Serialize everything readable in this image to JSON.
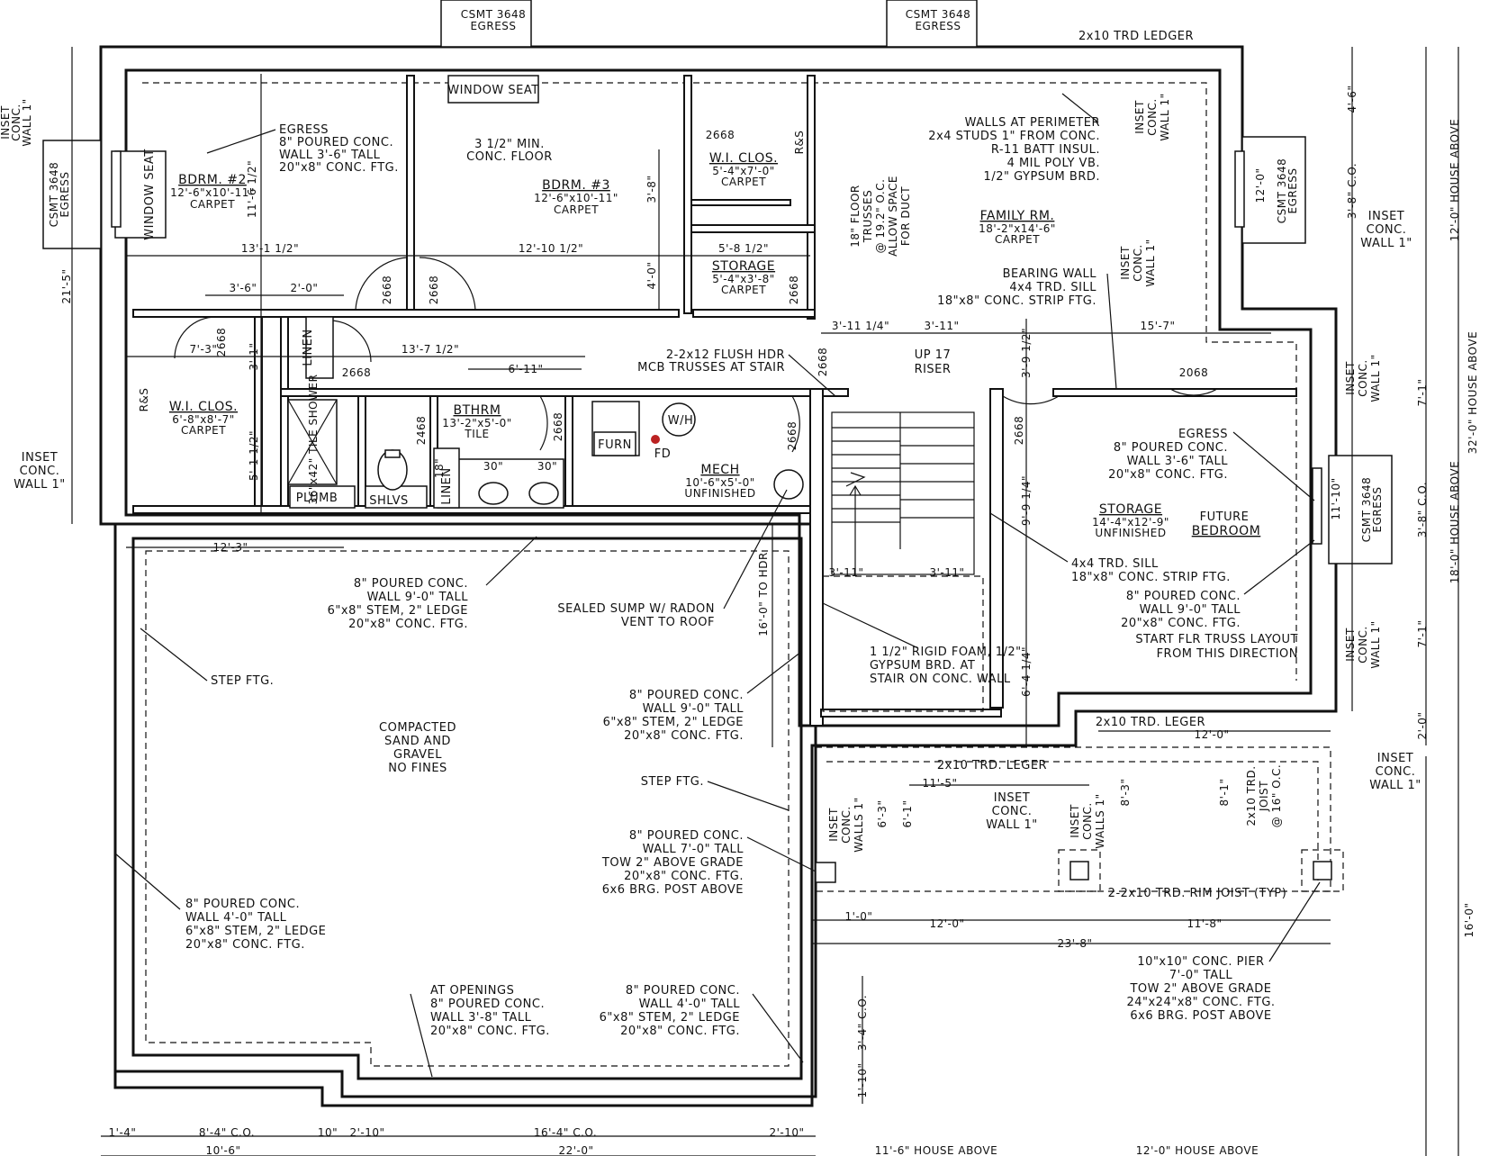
{
  "rooms": {
    "bdrm2": {
      "name": "BDRM. #2",
      "size": "12'-6\"x10'-11\"",
      "floor": "CARPET"
    },
    "bdrm3": {
      "name": "BDRM. #3",
      "size": "12'-6\"x10'-11\"",
      "floor": "CARPET"
    },
    "wiclos_top": {
      "name": "W.I. CLOS.",
      "size": "5'-4\"x7'-0\"",
      "floor": "CARPET"
    },
    "storage_top": {
      "name": "STORAGE",
      "size": "5'-4\"x3'-8\"",
      "floor": "CARPET"
    },
    "family": {
      "name": "FAMILY RM.",
      "size": "18'-2\"x14'-6\"",
      "floor": "CARPET"
    },
    "wiclos_left": {
      "name": "W.I. CLOS.",
      "size": "6'-8\"x8'-7\"",
      "floor": "CARPET"
    },
    "bthrm": {
      "name": "BTHRM",
      "size": "13'-2\"x5'-0\"",
      "floor": "TILE"
    },
    "mech": {
      "name": "MECH",
      "size": "10'-6\"x5'-0\"",
      "floor": "UNFINISHED"
    },
    "storage_right": {
      "name": "STORAGE",
      "size": "14'-4\"x12'-9\"",
      "floor": "UNFINISHED"
    },
    "future": {
      "name": "FUTURE",
      "name2": "BEDROOM"
    }
  },
  "fixtures": {
    "window_seat_top": "WINDOW SEAT",
    "window_seat_left": "WINDOW SEAT",
    "linen": "LINEN",
    "linen2": "LINEN",
    "plumb": "PLUMB",
    "shlvs": "SHLVS",
    "furn": "FURN",
    "fd": "FD",
    "wh": "W/H",
    "shower": "36\"x42\" TILE SHOWER",
    "sink_a": "30\"",
    "sink_b": "30\"",
    "sink_18": "18\"",
    "r_s_a": "R&S",
    "r_s_b": "R&S",
    "stair_up": "UP 17",
    "stair_riser": "RISER"
  },
  "doors": [
    "2668",
    "2668",
    "2668",
    "2668",
    "2668",
    "2668",
    "2668",
    "2668",
    "2668",
    "2468",
    "2068"
  ],
  "windows": {
    "top1": "CSMT 3648",
    "top1b": "EGRESS",
    "top2": "CSMT 3648",
    "top2b": "EGRESS",
    "left": "CSMT 3648",
    "leftb": "EGRESS",
    "right1": "CSMT 3648",
    "right1b": "EGRESS",
    "right2": "CSMT 3648",
    "right2b": "EGRESS"
  },
  "notes": {
    "egress_l1": "EGRESS",
    "egress_l2": "8\" POURED CONC.",
    "egress_l3": "WALL 3'-6\" TALL",
    "egress_l4": "20\"x8\" CONC. FTG.",
    "floor_l1": "3 1/2\" MIN.",
    "floor_l2": "CONC. FLOOR",
    "perim_l1": "WALLS AT PERIMETER",
    "perim_l2": "2x4 STUDS 1\" FROM CONC.",
    "perim_l3": "R-11 BATT INSUL.",
    "perim_l4": "4 MIL POLY VB.",
    "perim_l5": "1/2\" GYPSUM BRD.",
    "truss_l1": "18\" FLOOR",
    "truss_l2": "TRUSSES",
    "truss_l3": "@ 19.2\" O.C.",
    "truss_l4": "ALLOW SPACE",
    "truss_l5": "FOR DUCT",
    "bearing_l1": "BEARING WALL",
    "bearing_l2": "4x4 TRD. SILL",
    "bearing_l3": "18\"x8\" CONC. STRIP FTG.",
    "flush_l1": "2-2x12 FLUSH HDR",
    "flush_l2": "MCB TRUSSES AT STAIR",
    "egress_r1": "EGRESS",
    "egress_r2": "8\" POURED CONC.",
    "egress_r3": "WALL 3'-6\" TALL",
    "egress_r4": "20\"x8\" CONC. FTG.",
    "sill_l1": "4x4 TRD. SILL",
    "sill_l2": "18\"x8\" CONC. STRIP FTG.",
    "w9r_l1": "8\" POURED CONC.",
    "w9r_l2": "WALL 9'-0\" TALL",
    "w9r_l3": "20\"x8\" CONC. FTG.",
    "start_l1": "START FLR TRUSS LAYOUT",
    "start_l2": "FROM THIS DIRECTION",
    "w9a_l1": "8\" POURED CONC.",
    "w9a_l2": "WALL 9'-0\" TALL",
    "w9a_l3": "6\"x8\" STEM, 2\" LEDGE",
    "w9a_l4": "20\"x8\" CONC. FTG.",
    "sump_l1": "SEALED SUMP W/ RADON",
    "sump_l2": "VENT TO ROOF",
    "step1": "STEP FTG.",
    "rigid_l1": "1 1/2\" RIGID FOAM, 1/2\"",
    "rigid_l2": "GYPSUM BRD. AT",
    "rigid_l3": "STAIR ON CONC. WALL",
    "compact_l1": "COMPACTED",
    "compact_l2": "SAND AND",
    "compact_l3": "GRAVEL",
    "compact_l4": "NO FINES",
    "w9b_l1": "8\" POURED CONC.",
    "w9b_l2": "WALL 9'-0\" TALL",
    "w9b_l3": "6\"x8\" STEM, 2\" LEDGE",
    "w9b_l4": "20\"x8\" CONC. FTG.",
    "step2": "STEP FTG.",
    "w7_l1": "8\" POURED CONC.",
    "w7_l2": "WALL 7'-0\" TALL",
    "w7_l3": "TOW 2\" ABOVE GRADE",
    "w7_l4": "20\"x8\" CONC. FTG.",
    "w7_l5": "6x6 BRG. POST ABOVE",
    "w4a_l1": "8\" POURED CONC.",
    "w4a_l2": "WALL 4'-0\" TALL",
    "w4a_l3": "6\"x8\" STEM, 2\" LEDGE",
    "w4a_l4": "20\"x8\" CONC. FTG.",
    "open_l1": "AT OPENINGS",
    "open_l2": "8\" POURED CONC.",
    "open_l3": "WALL 3'-8\" TALL",
    "open_l4": "20\"x8\" CONC. FTG.",
    "w4b_l1": "8\" POURED CONC.",
    "w4b_l2": "WALL 4'-0\" TALL",
    "w4b_l3": "6\"x8\" STEM, 2\" LEDGE",
    "w4b_l4": "20\"x8\" CONC. FTG.",
    "pier_l1": "10\"x10\"  CONC. PIER",
    "pier_l2": "7'-0\" TALL",
    "pier_l3": "TOW 2\" ABOVE GRADE",
    "pier_l4": "24\"x24\"x8\" CONC. FTG.",
    "pier_l5": "6x6 BRG. POST ABOVE",
    "ledger_top": "2x10 TRD LEDGER",
    "leger1": "2x10 TRD. LEGER",
    "leger2": "2x10 TRD. LEGER",
    "rim": "2-2x10 TRD. RIM JOIST (TYP)",
    "joist_l1": "2x10 TRD.",
    "joist_l2": "JOIST",
    "joist_l3": "@ 16\" O.C.",
    "to_hdr": "16'-0\" TO HDR",
    "inset1_l1": "INSET",
    "inset1_l2": "CONC.",
    "inset1_l3": "WALL 1\"",
    "inset2_l1": "INSET",
    "inset2_l2": "CONC.",
    "inset2_l3": "WALL 1\"",
    "inset3_l1": "INSET",
    "inset3_l2": "CONC.",
    "inset3_l3": "WALL 1\"",
    "inset4_l1": "INSET",
    "inset4_l2": "CONC.",
    "inset4_l3": "WALL 1\"",
    "inset5_l1": "INSET",
    "inset5_l2": "CONC.",
    "inset5_l3": "WALL 1\"",
    "inset6_l1": "INSET",
    "inset6_l2": "CONC.",
    "inset6_l3": "WALL 1\"",
    "inset7_l1": "INSET",
    "inset7_l2": "CONC.",
    "inset7_l3": "WALL 1\"",
    "inset8_l1": "INSET",
    "inset8_l2": "CONC.",
    "inset8_l3": "WALL 1\"",
    "inset9_l1": "INSET",
    "inset9_l2": "CONC.",
    "inset9_l3": "WALL 1\"",
    "inset10_l1": "INSET",
    "inset10_l2": "CONC.",
    "inset10_l3": "WALLS 1\"",
    "inset11_l1": "INSET",
    "inset11_l2": "CONC.",
    "inset11_l3": "WALLS 1\""
  },
  "dims": {
    "d_11_6": "11'-6 1/2\"",
    "d_13_1": "13'-1 1/2\"",
    "d_12_10": "12'-10 1/2\"",
    "d_3_8": "3'-8\"",
    "d_4_0": "4'-0\"",
    "d_5_8": "5'-8 1/2\"",
    "d_3_6": "3'-6\"",
    "d_2_0": "2'-0\"",
    "d_7_3": "7'-3\"",
    "d_3_1": "3'-1\"",
    "d_13_7": "13'-7 1/2\"",
    "d_6_11": "6'-11\"",
    "d_5_1": "5'-1 1/2\"",
    "d_3_11a": "3'-11 1/4\"",
    "d_3_11b": "3'-11\"",
    "d_15_7": "15'-7\"",
    "d_3_9": "3'-9 1/2\"",
    "d_9_9": "9'-9 1/4\"",
    "d_6_4": "6'-4 1/4\"",
    "d_st1": "3'-11\"",
    "d_st2": "3'-11\"",
    "d_12_3": "12'-3\"",
    "d_21_5": "21'-5\"",
    "d_11_10": "11'-10\"",
    "d_4_6": "4'-6\"",
    "d_12_0a": "12'-0\"",
    "d_3_8co": "3'-8\" C.O.",
    "d_7_1a": "7'-1\"",
    "d_3_8co2": "3'-8\" C.O.",
    "d_7_1b": "7'-1\"",
    "d_2_0b": "2'-0\"",
    "h_12": "12'-0\" HOUSE ABOVE",
    "h_32": "32'-0\" HOUSE ABOVE",
    "h_18": "18'-0\" HOUSE ABOVE",
    "d_16_0": "16'-0\"",
    "d_12_0b": "12'-0\"",
    "d_11_5": "11'-5\"",
    "d_8_3": "8'-3\"",
    "d_8_1": "8'-1\"",
    "d_6_3": "6'-3\"",
    "d_6_1": "6'-1\"",
    "d_1_0": "1'-0\"",
    "d_12_0c": "12'-0\"",
    "d_11_8": "11'-8\"",
    "d_23_8": "23'-8\"",
    "d_3_4co": "3'-4\" C.O.",
    "d_1_10": "1'-10\"",
    "b_1_4": "1'-4\"",
    "b_8_4": "8'-4\" C.O.",
    "b_10": "10\"",
    "b_2_10a": "2'-10\"",
    "b_16_4": "16'-4\" C.O.",
    "b_2_10b": "2'-10\"",
    "b_10_6": "10'-6\"",
    "b_22_0": "22'-0\"",
    "b_11_6": "11'-6\" HOUSE ABOVE",
    "b_12_0": "12'-0\" HOUSE ABOVE"
  }
}
